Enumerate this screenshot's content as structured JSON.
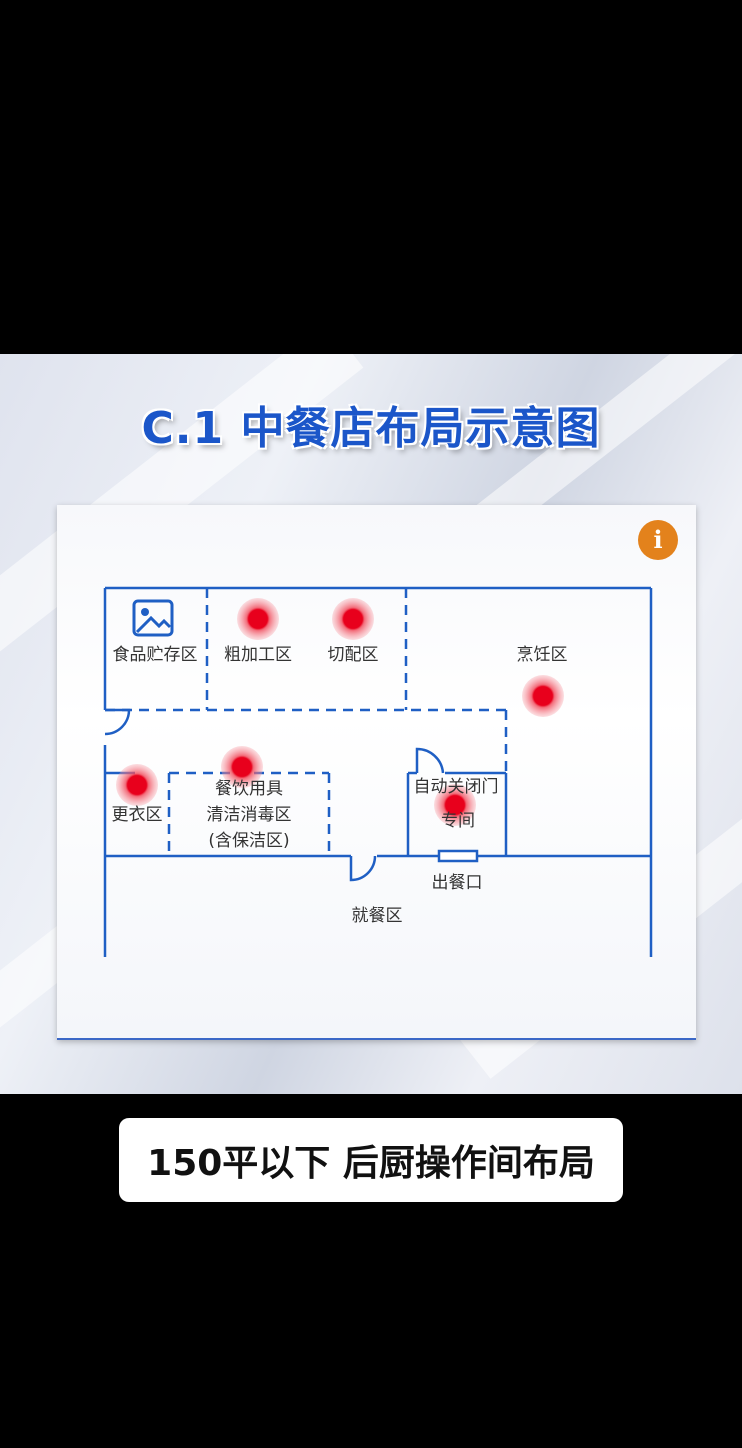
{
  "title": "C.1 中餐店布局示意图",
  "floorplan": {
    "zones": {
      "food_storage": "食品贮存区",
      "rough_processing": "粗加工区",
      "cutting": "切配区",
      "cooking": "烹饪区",
      "changing_room": "更衣区",
      "dish_cleaning_line1": "餐饮用具",
      "dish_cleaning_line2": "清洁消毒区",
      "dish_cleaning_line3": "(含保洁区)",
      "auto_door": "自动关闭门",
      "special_room": "专间",
      "serving_window": "出餐口",
      "dining": "就餐区"
    },
    "colors": {
      "wall": "#1f5fc4",
      "marker": "#e8001c",
      "info": "#e3821c"
    },
    "icons": [
      "image-icon",
      "info-icon",
      "marker-icon"
    ]
  },
  "caption": "150平以下 后厨操作间布局"
}
